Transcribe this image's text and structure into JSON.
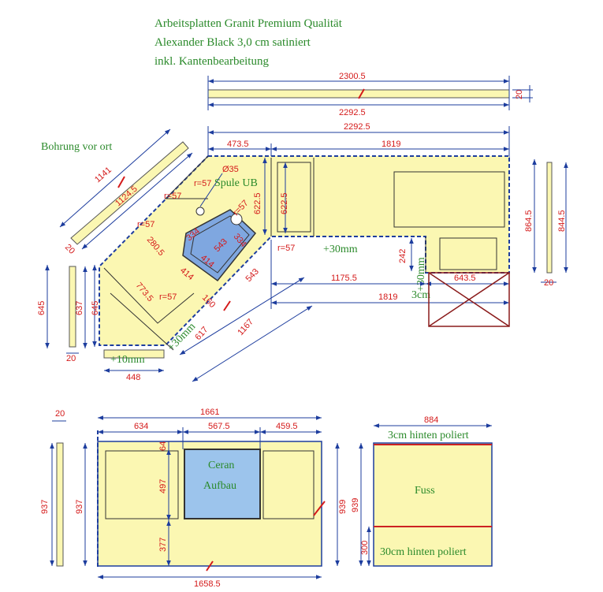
{
  "header": {
    "line1": "Arbeitsplatten Granit Premium Qualität",
    "line2": "Alexander Black 3,0 cm satiniert",
    "line3": "inkl. Kantenbearbeitung"
  },
  "notes": {
    "bohrung": "Bohrung vor ort",
    "spule": "Spule UB",
    "plus30_a": "+30mm",
    "plus30_b": "+30mm",
    "plus30_c": "+30mm",
    "plus10": "+10mm",
    "cm3": "3cm",
    "ceran1": "Ceran",
    "ceran2": "Aufbau",
    "hinten_poliert_top": "3cm hinten poliert",
    "fuss": "Fuss",
    "hinten_poliert_bottom": "30cm hinten poliert"
  },
  "dims": {
    "top_strip_outer": "2300.5",
    "top_strip_inner": "2292.5",
    "top_strip_thk": "20",
    "main_overall": "2292.5",
    "main_left": "473.5",
    "main_right": "1819",
    "right_strip_h1": "864.5",
    "right_strip_h2": "844.5",
    "right_strip_thk": "20",
    "diag_strip_outer": "1141",
    "diag_strip_inner": "1124.5",
    "diag_strip_thk": "20",
    "hole": "Ø35",
    "r57_a": "r=57",
    "r57_b": "r=57",
    "r57_c": "r=57",
    "r57_d": "r=57",
    "r57_e": "r=57",
    "r57_f": "r=57",
    "sink_334a": "334",
    "sink_334b": "334",
    "sink_414a": "414",
    "sink_414b": "414",
    "sink_543a": "543",
    "sink_543b": "543",
    "d280": "280.5",
    "d773": "773.5",
    "d160": "160",
    "d617": "617",
    "d1167": "1167",
    "d622a": "622.5",
    "d622b": "622.5",
    "d242": "242",
    "d1175": "1175.5",
    "d643": "643.5",
    "d1819b": "1819",
    "left_645a": "645",
    "left_637": "637",
    "left_645b": "645",
    "left_thk": "20",
    "d448": "448",
    "b_thk": "20",
    "b_937a": "937",
    "b_937b": "937",
    "b_1661": "1661",
    "b_634": "634",
    "b_567": "567.5",
    "b_459": "459.5",
    "b_64": "64",
    "b_497": "497",
    "b_377": "377",
    "b_939": "939",
    "b_1658": "1658.5",
    "c_884": "884",
    "c_939": "939",
    "c_300": "300"
  },
  "colors": {
    "slab": "#fbf7b2",
    "sink": "#7fa7e0",
    "ceran": "#9cc4ec",
    "dim": "#d41a1a",
    "dimline": "#1d3d9e",
    "note": "#2b8a2b",
    "cabinet": "#8a1a1a"
  }
}
